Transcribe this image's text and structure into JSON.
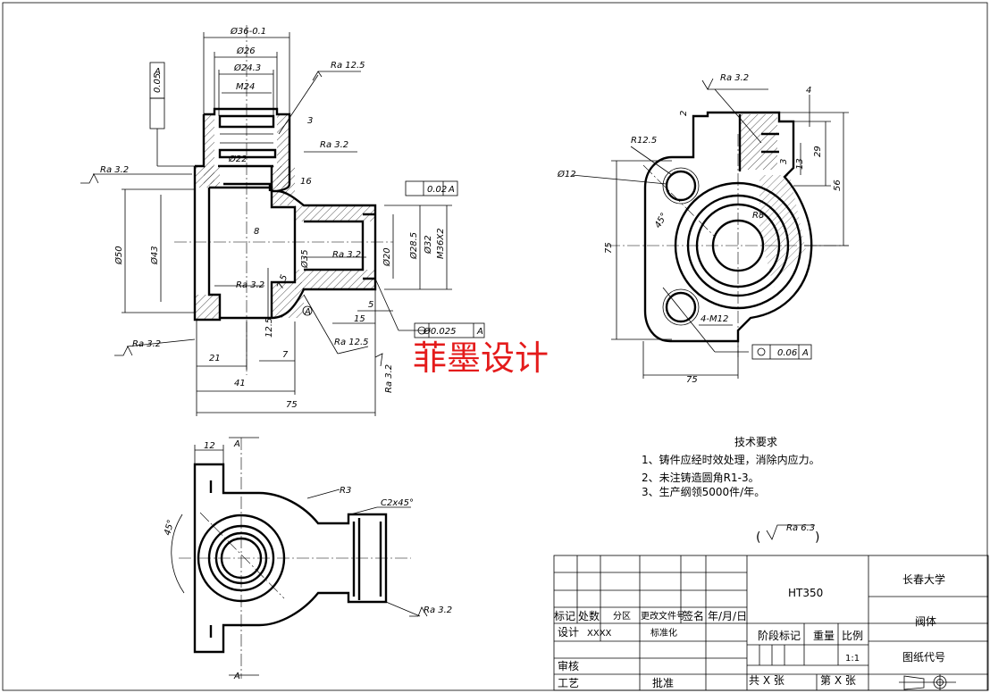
{
  "watermark": "菲墨设计",
  "front_view": {
    "dims": {
      "d36": "Ø36-0.1",
      "d26": "Ø26",
      "d24_3": "Ø24.3",
      "m24": "M24",
      "flat": "0.05",
      "datum_a": "A",
      "ra_top": "Ra 12.5",
      "three": "3",
      "ra_inner": "Ra 3.2",
      "d22": "Ø22",
      "h16": "16",
      "ra_left": "Ra 3.2",
      "perp": "0.02",
      "d50": "Ø50",
      "d43": "Ø43",
      "eight": "8",
      "d35": "Ø35",
      "d20": "Ø20",
      "d28_5": "Ø28.5",
      "d32": "Ø32",
      "m36": "M36X2",
      "ra_mid": "Ra 3.2",
      "ra_bore": "Ra 3.2",
      "seven_five": "7.5",
      "conc": "Ø0.025",
      "five": "5",
      "fifteen": "15",
      "twelve_five": "12.5",
      "seven": "7",
      "ra_bottom": "Ra 12.5",
      "ra_bl": "Ra 3.2",
      "l21": "21",
      "l41": "41",
      "l75": "75",
      "ra_right": "Ra 3.2",
      "section_a": "A"
    }
  },
  "side_view": {
    "dims": {
      "ra": "Ra 3.2",
      "four": "4",
      "two": "2",
      "r12_5": "R12.5",
      "d12": "Ø12",
      "twentynine": "29",
      "thirteen": "13",
      "three": "3",
      "fiftysix": "56",
      "fortyfive": "45°",
      "r8": "R8",
      "seventyfive_v": "75",
      "thread": "4-M12",
      "pos": "0.06",
      "datum": "A",
      "seventyfive_h": "75"
    }
  },
  "bottom_view": {
    "dims": {
      "twelve": "12",
      "a_top": "A",
      "a_bottom": "A",
      "r3": "R3",
      "chamfer": "C2x45°",
      "fortyfive": "45°",
      "ra": "Ra 3.2"
    }
  },
  "notes": {
    "title": "技术要求",
    "items": [
      "1、铸件应经时效处理，消除内应力。",
      "2、未注铸造圆角R1-3。",
      "3、生产纲领5000件/年。"
    ],
    "general_roughness": "Ra 6.3"
  },
  "title_block": {
    "material": "HT350",
    "university": "长春大学",
    "part_name": "阀体",
    "drawing_no": "图纸代号",
    "scale": "1:1",
    "h_mark": "标记",
    "h_count": "处数",
    "h_zone": "分区",
    "h_doc": "更改文件号",
    "h_sign": "签名",
    "h_date": "年/月/日",
    "design": "设计",
    "designer": "XXXX",
    "standard": "标准化",
    "stage": "阶段标记",
    "weight": "重量",
    "ratio": "比例",
    "review": "审核",
    "process": "工艺",
    "approve": "批准",
    "total": "共 X 张",
    "sheet": "第 X 张"
  }
}
